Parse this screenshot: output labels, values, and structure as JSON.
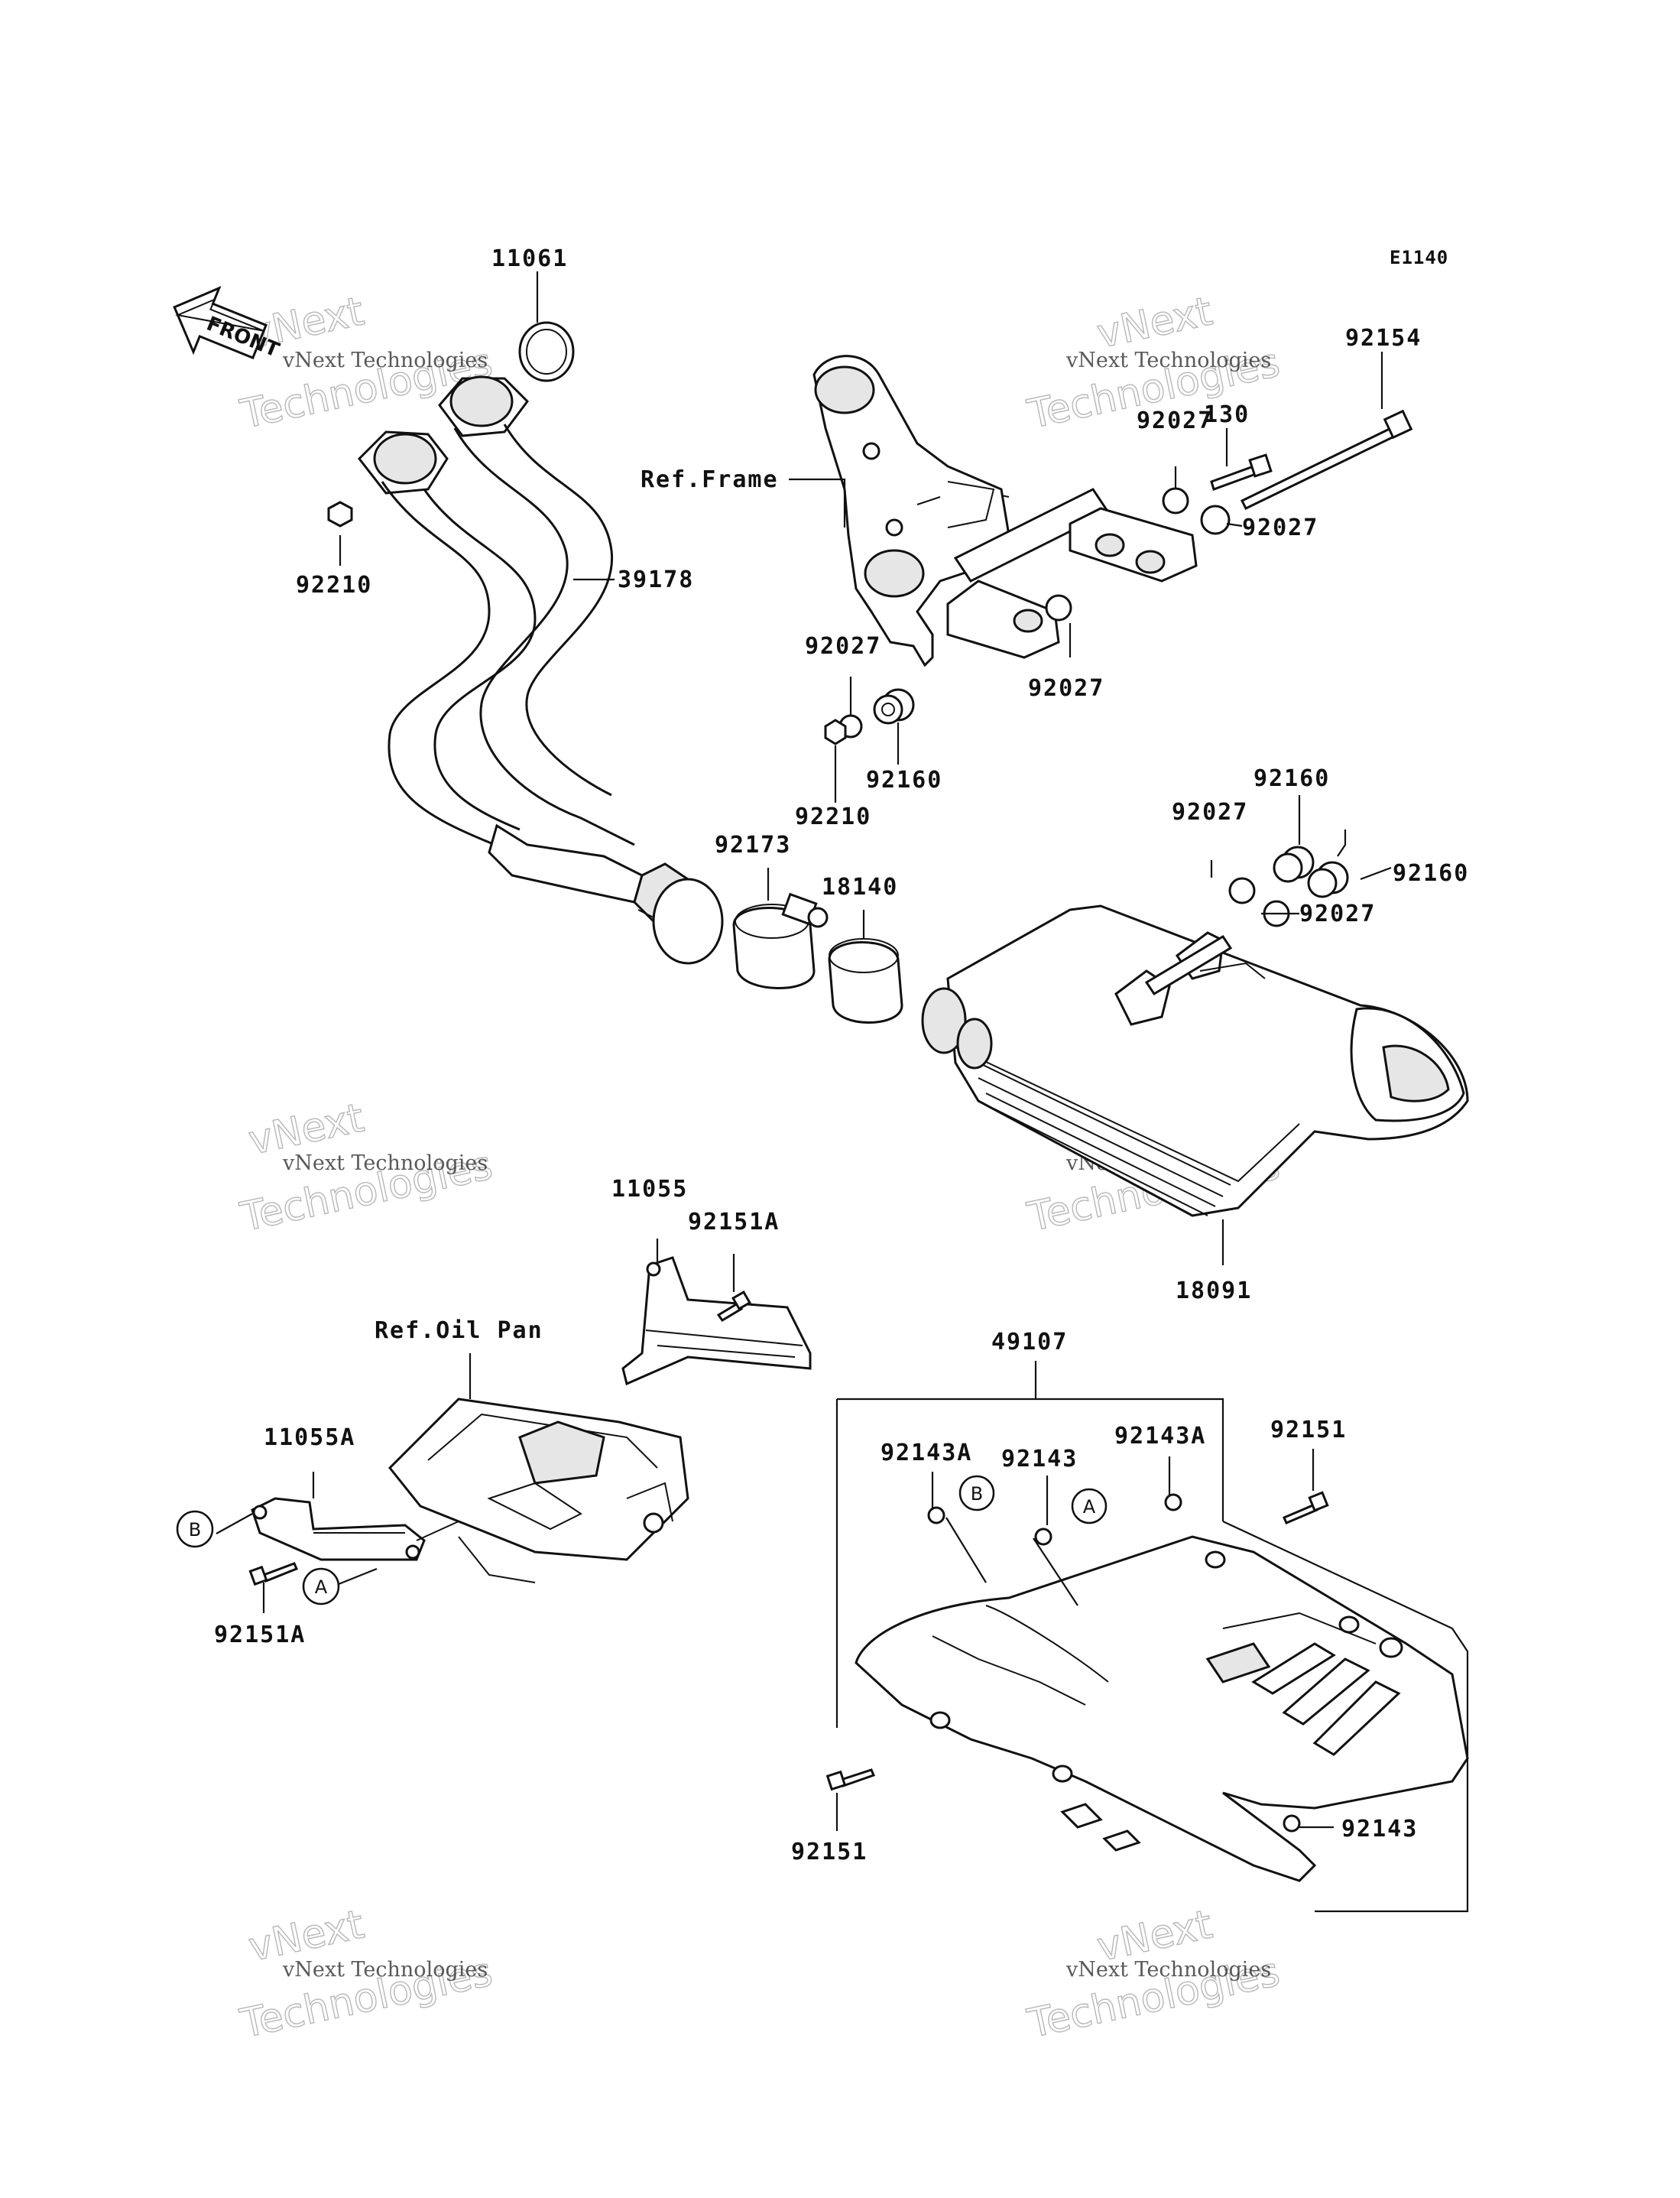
{
  "diagram_code": "E1140",
  "front_arrow_label": "FRONT",
  "references": {
    "frame": "Ref.Frame",
    "oil_pan": "Ref.Oil Pan"
  },
  "callouts": {
    "p11061": "11061",
    "p92210_left": "92210",
    "p39178": "39178",
    "p92154": "92154",
    "p130": "130",
    "p92027_top": "92027",
    "p92027_right": "92027",
    "p92027_mid": "92027",
    "p92027_left": "92027",
    "p92160_left": "92160",
    "p92210_mid": "92210",
    "p92160_top": "92160",
    "p92027_lower": "92027",
    "p92160_right": "92160",
    "p92027_lower2": "92027",
    "p92173": "92173",
    "p18140": "18140",
    "p18091": "18091",
    "p11055": "11055",
    "p92151A_top": "92151A",
    "p11055A": "11055A",
    "p92151A_bottom": "92151A",
    "p49107": "49107",
    "p92143A_left": "92143A",
    "p92143_mid": "92143",
    "p92143A_right": "92143A",
    "p92151_right": "92151",
    "p92143_bottom": "92143",
    "p92151_bottom": "92151"
  },
  "markers": {
    "b_left": "B",
    "a_left": "A",
    "b_right": "B",
    "a_right": "A"
  },
  "watermark": {
    "line1": "vNext Technologies",
    "line2": "vNext",
    "line3": "Technologies"
  }
}
